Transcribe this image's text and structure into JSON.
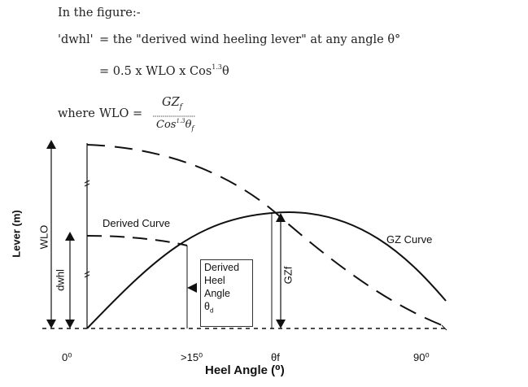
{
  "text": {
    "intro": "In the figure:-",
    "def_lhs": "'dwhl'",
    "def_rhs": "= the \"derived wind heeling lever\" at any angle θ°",
    "formula": "= 0.5 x WLO x Cos",
    "formula_exp": "1.3",
    "formula_theta": "θ",
    "where": "where",
    "wlo_eq": "WLO =",
    "frac_num": "GZ",
    "frac_num_sub": "f",
    "frac_den": "Cos",
    "frac_den_exp": "1.3",
    "frac_den_theta": "θ",
    "frac_den_sub": "f"
  },
  "labels": {
    "y_axis": "Lever (m)",
    "wlo": "WLO",
    "dwhl": "dwhl",
    "gzf": "GZf",
    "derived_curve": "Derived Curve",
    "gz_curve": "GZ Curve",
    "heel_box": [
      "Derived",
      "Heel",
      "Angle",
      "θ"
    ],
    "heel_box_sub": "d",
    "x_ticks": [
      "0⁰",
      ">15⁰",
      "θf",
      "90⁰"
    ],
    "x_axis": "Heel Angle (⁰)"
  },
  "colors": {
    "line": "#111111",
    "text": "#222222"
  }
}
